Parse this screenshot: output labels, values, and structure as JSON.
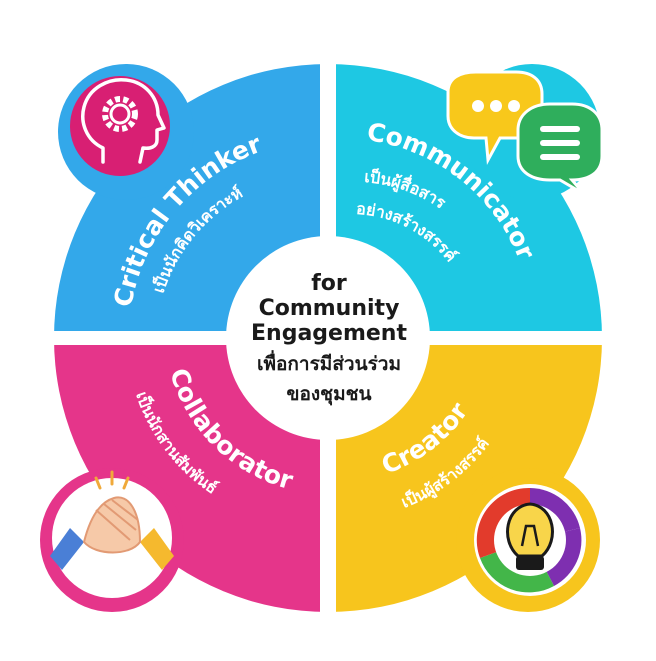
{
  "center": {
    "en_line1": "for",
    "en_line2": "Community",
    "en_line3": "Engagement",
    "th_line1": "เพื่อการมีส่วนร่วม",
    "th_line2": "ของชุมชน"
  },
  "quadrants": {
    "critical": {
      "title": "Critical Thinker",
      "subtitle": "เป็นนักคิดวิเคราะห์",
      "color": "#33a8ea",
      "icon": "head-gear-icon"
    },
    "communicator": {
      "title": "Communicator",
      "subtitle1": "เป็นผู้สื่อสาร",
      "subtitle2": "อย่างสร้างสรรค์",
      "color": "#1ec8e3",
      "icon": "chat-bubbles-icon"
    },
    "collaborator": {
      "title": "Collaborator",
      "subtitle": "เป็นนักสานสัมพันธ์",
      "color": "#e5358a",
      "icon": "handshake-icon"
    },
    "creator": {
      "title": "Creator",
      "subtitle": "เป็นผู้สร้างสรรค์",
      "color": "#f7c51d",
      "icon": "lightbulb-icon"
    }
  },
  "colors": {
    "badge_magenta": "#d81f73",
    "chat_yellow": "#f8c81b",
    "chat_green": "#2fae5c",
    "ring_red": "#e23b2c",
    "ring_purple": "#7e2fb0",
    "ring_green": "#43b649",
    "divider": "#ffffff"
  }
}
